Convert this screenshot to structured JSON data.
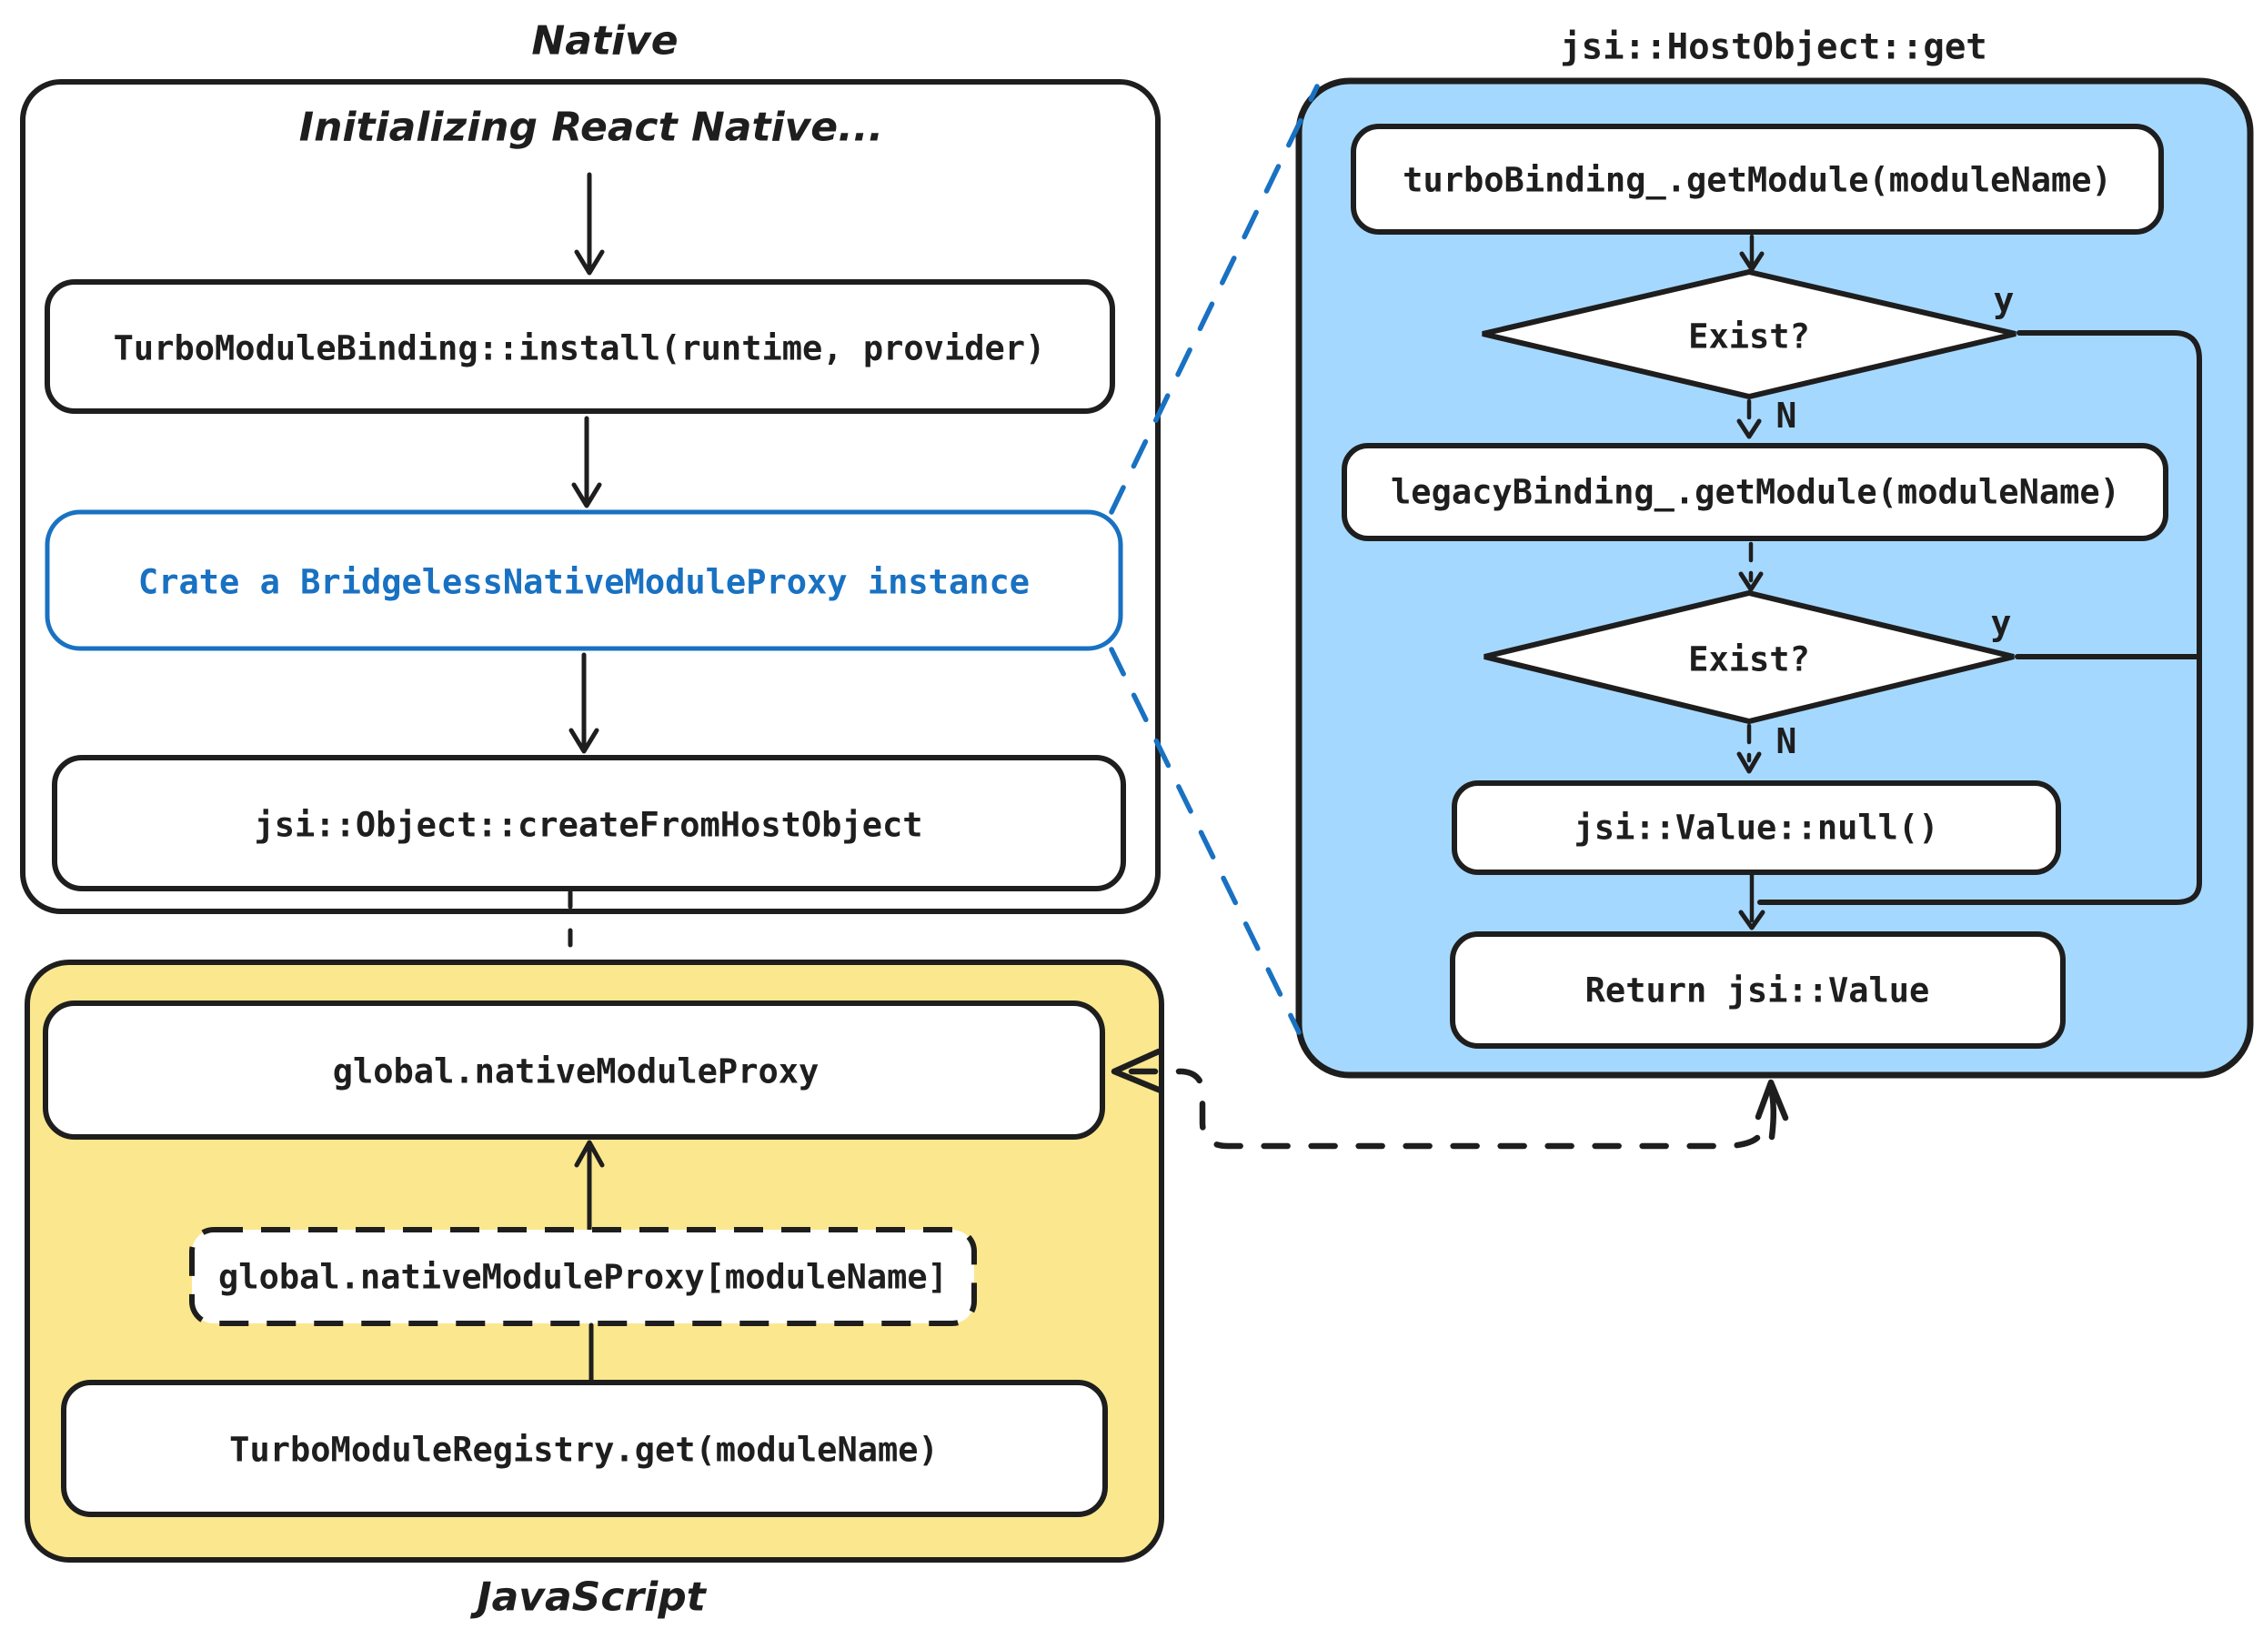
{
  "colors": {
    "stroke": "#1e1e1e",
    "accent_blue": "#1971c2",
    "panel_blue_fill": "#a5d8ff",
    "panel_yellow_fill": "#fbe78e",
    "node_fill": "#ffffff"
  },
  "native_panel": {
    "label": "Native",
    "caption": "Initializing React Native...",
    "install_node": "TurboModuleBinding::install(runtime, provider)",
    "create_proxy_node": "Crate a BridgelessNativeModuleProxy instance",
    "create_from_host_object_node": "jsi::Object::createFromHostObject"
  },
  "javascript_panel": {
    "label": "JavaScript",
    "global_proxy_node": "global.nativeModuleProxy",
    "module_lookup_node": "global.nativeModuleProxy[moduleName]",
    "registry_get_node": "TurboModuleRegistry.get(moduleName)"
  },
  "host_object_panel": {
    "title": "jsi::HostObject::get",
    "turbo_get_node": "turboBinding_.getModule(moduleName)",
    "exist_decision_1": "Exist?",
    "legacy_get_node": "legacyBinding_.getModule(moduleName)",
    "exist_decision_2": "Exist?",
    "null_node": "jsi::Value::null()",
    "return_node": "Return jsi::Value",
    "yes_label": "y",
    "no_label": "N"
  }
}
